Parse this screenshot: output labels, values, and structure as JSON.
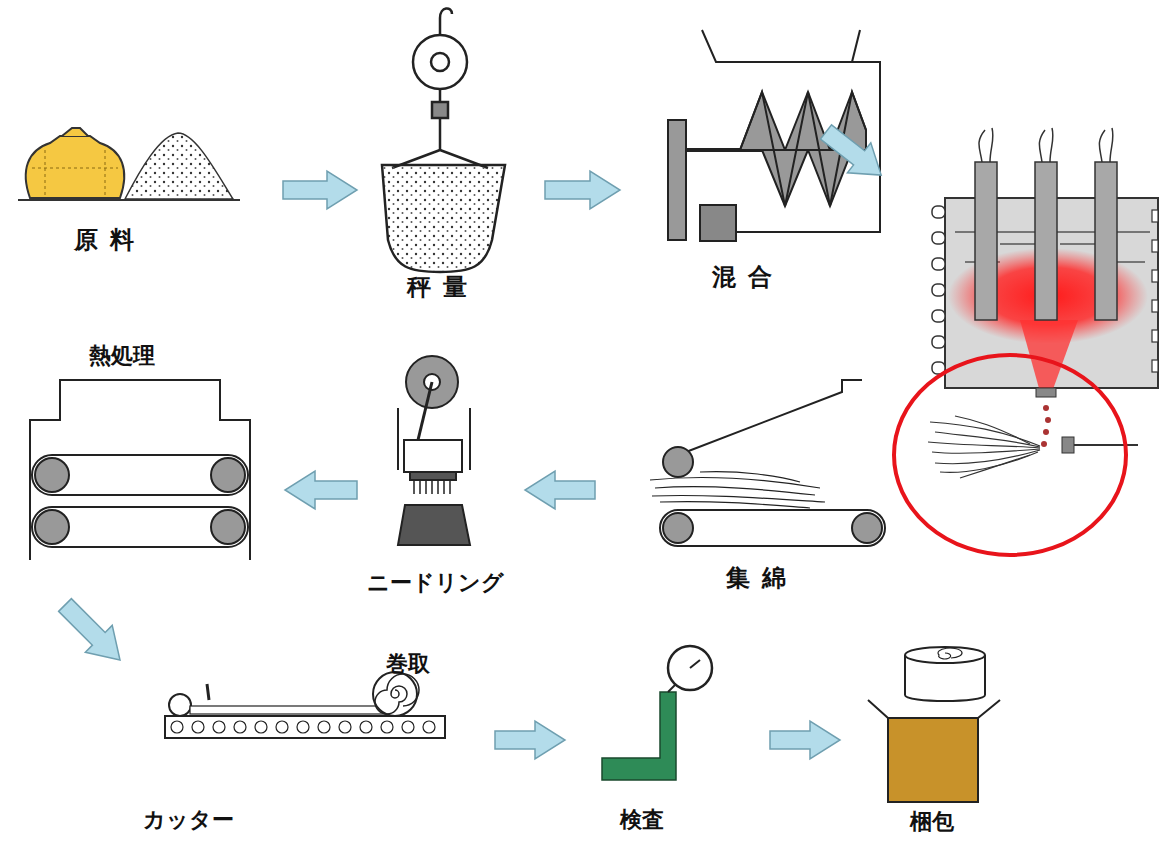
{
  "diagram": {
    "nodes": [
      {
        "text": [
          "原料"
        ]
      },
      {
        "text": [
          "秤量"
        ]
      },
      {
        "text": [
          "混合"
        ]
      },
      {
        "text": [
          "集綿"
        ]
      },
      {
        "text": [
          "ニードリング"
        ]
      },
      {
        "text": [
          "熱処理"
        ]
      },
      {
        "text": [
          "カッター"
        ]
      },
      {
        "text": [
          "検査"
        ]
      },
      {
        "text": [
          "梱包"
        ]
      }
    ],
    "edges": [
      {
        "from": 0,
        "to": 1,
        "arrow": "to"
      },
      {
        "from": 1,
        "to": 2,
        "arrow": "to"
      },
      {
        "from": 3,
        "to": 4,
        "arrow": "to"
      },
      {
        "from": 4,
        "to": 5,
        "arrow": "to"
      },
      {
        "from": 5,
        "to": 6,
        "arrow": "to"
      },
      {
        "from": 6,
        "to": 7,
        "arrow": "to"
      },
      {
        "from": 7,
        "to": 8,
        "arrow": "to"
      }
    ],
    "labels": [
      "巻取"
    ]
  }
}
